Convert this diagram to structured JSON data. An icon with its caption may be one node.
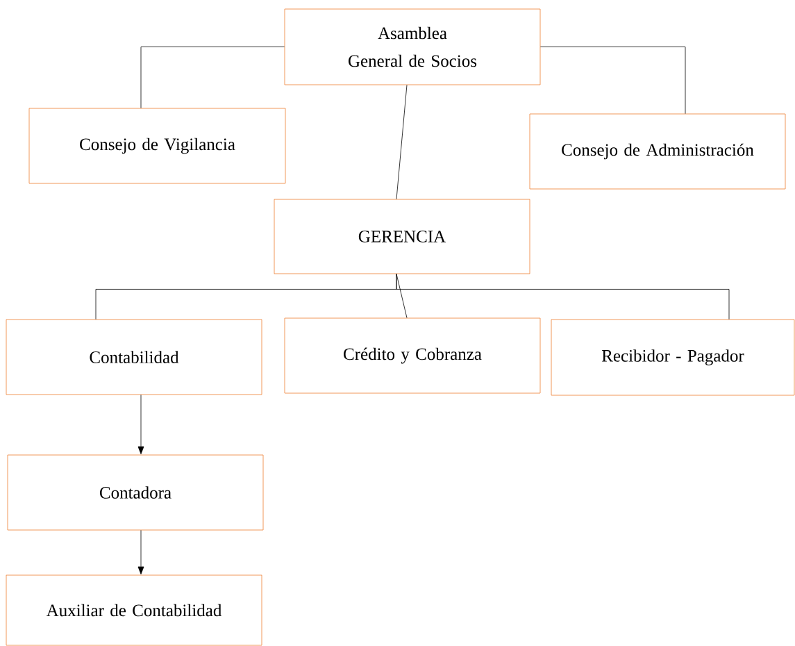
{
  "diagram": {
    "nodes": [
      {
        "text": [
          "Asamblea General de Socios"
        ]
      },
      {
        "text": [
          "Consejo de Vigilancia"
        ]
      },
      {
        "text": [
          "Consejo de Administración"
        ]
      },
      {
        "text": [
          "GERENCIA"
        ]
      },
      {
        "text": [
          "Contabilidad"
        ]
      },
      {
        "text": [
          "Crédito y Cobranza"
        ]
      },
      {
        "text": [
          "Recibidor - Pagador"
        ]
      },
      {
        "text": [
          "Contadora"
        ]
      },
      {
        "text": [
          "Auxiliar de Contabilidad"
        ]
      }
    ],
    "edges": [
      {
        "from": 0,
        "to": 1,
        "arrow": "none"
      },
      {
        "from": 0,
        "to": 2,
        "arrow": "none"
      },
      {
        "from": 0,
        "to": 3,
        "arrow": "none"
      },
      {
        "from": 3,
        "to": 4,
        "arrow": "none"
      },
      {
        "from": 3,
        "to": 5,
        "arrow": "none"
      },
      {
        "from": 3,
        "to": 6,
        "arrow": "none"
      },
      {
        "from": 4,
        "to": 7,
        "arrow": "to"
      },
      {
        "from": 7,
        "to": 8,
        "arrow": "to"
      }
    ]
  }
}
